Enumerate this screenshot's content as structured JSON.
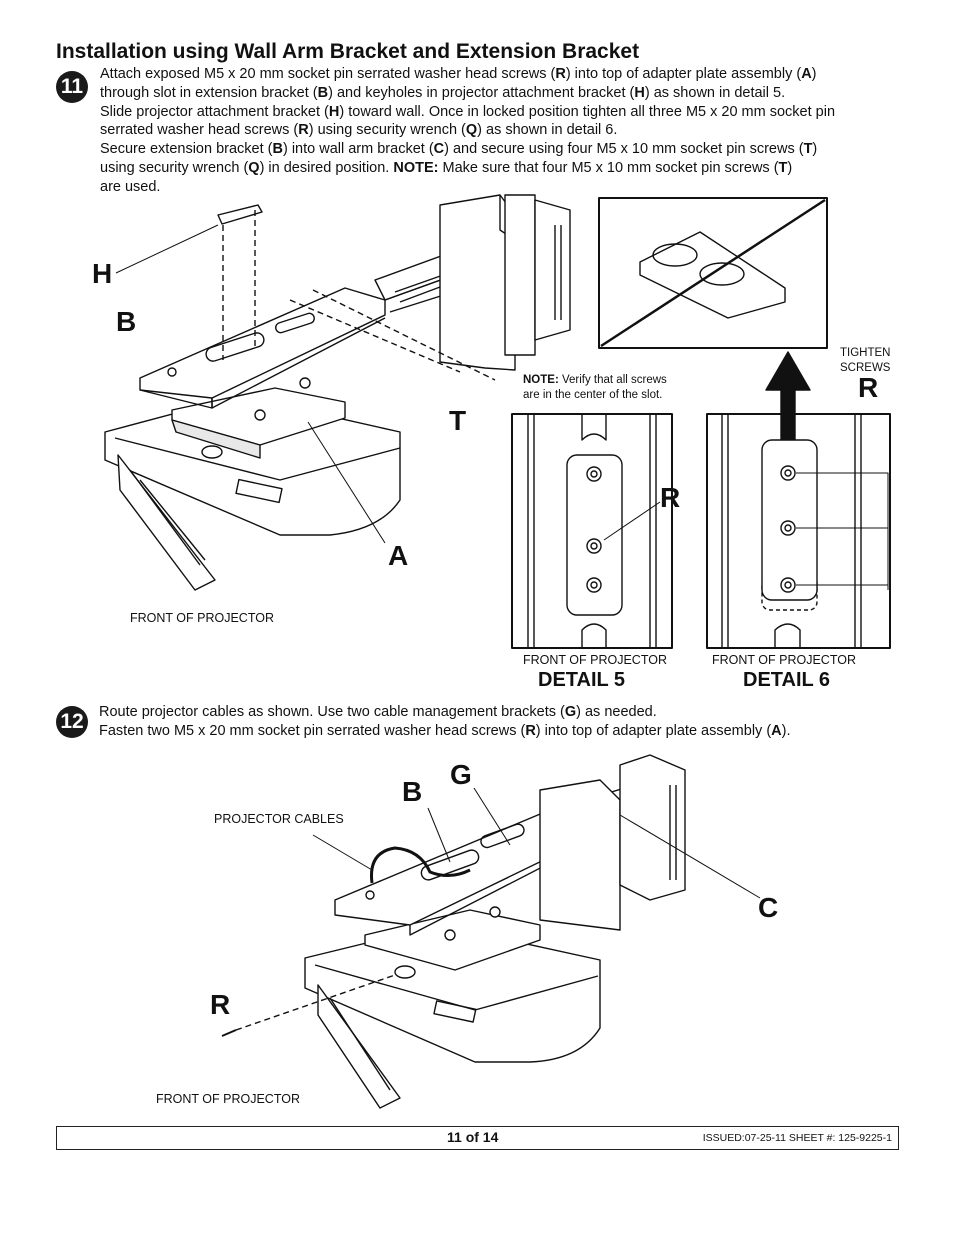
{
  "page": {
    "title": "Installation using Wall Arm Bracket and Extension Bracket",
    "step11": {
      "number": "11",
      "lines": [
        "Attach exposed M5 x 20 mm socket pin serrated washer head screws (R) into top of adapter plate assembly (A)",
        "through slot in extension bracket (B) and keyholes in projector attachment bracket (H) as shown in detail 5.",
        "Slide projector attachment bracket (H) toward wall. Once in locked position tighten all three M5 x 20 mm socket pin",
        "serrated washer head screws (R) using security wrench (Q) as shown in detail 6.",
        "Secure extension bracket (B) into wall arm bracket (C) and secure using four M5 x 10 mm socket pin screws (T)",
        "using security wrench (Q) in desired position. NOTE: Make sure that four M5 x 10 mm socket pin screws (T)",
        "are used."
      ]
    },
    "figure1": {
      "callout_h": "H",
      "callout_b": "B",
      "callout_t": "T",
      "callout_a": "A",
      "front_label": "FRONT OF PROJECTOR"
    },
    "note": {
      "label": "NOTE:",
      "text_line1": " Verify that all screws",
      "text_line2": "are in the center of the slot."
    },
    "detail5": {
      "callout_r": "R",
      "front_label": "FRONT OF PROJECTOR",
      "title": "DETAIL 5"
    },
    "detail6": {
      "tighten_line1": "TIGHTEN",
      "tighten_line2": "SCREWS",
      "callout_r": "R",
      "front_label": "FRONT OF PROJECTOR",
      "title": "DETAIL 6"
    },
    "step12": {
      "number": "12",
      "line1": "Route projector cables as shown. Use two cable management brackets (G) as needed.",
      "line2": "Fasten two M5 x 20 mm socket pin serrated washer head screws (R) into top of adapter plate assembly (A)."
    },
    "figure2": {
      "callout_g": "G",
      "callout_b": "B",
      "callout_c": "C",
      "callout_r": "R",
      "cables_label": "PROJECTOR CABLES",
      "front_label": "FRONT OF PROJECTOR"
    },
    "footer": {
      "page": "11 of 14",
      "issued": "ISSUED:07-25-11 SHEET #: 125-9225-1"
    }
  }
}
